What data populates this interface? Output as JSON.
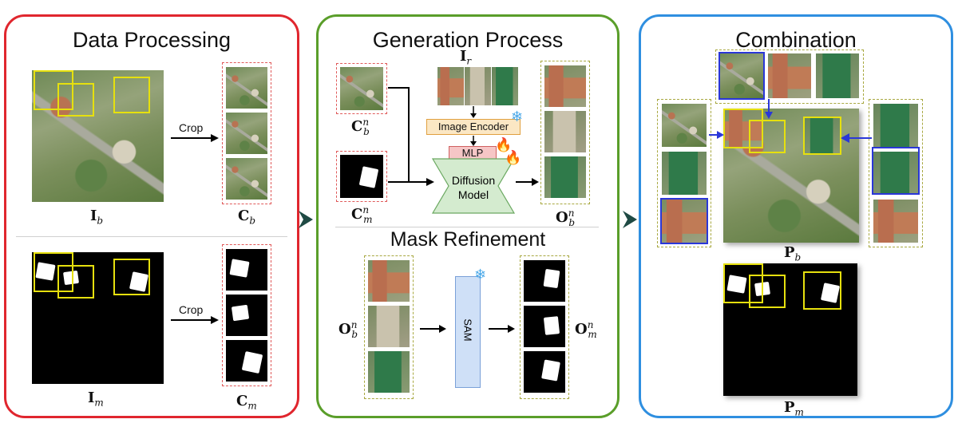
{
  "panels": {
    "data_processing": {
      "title": "Data Processing",
      "crop_label_top": "Crop",
      "crop_label_bottom": "Crop",
      "label_ib": "I",
      "label_ib_sub": "b",
      "label_cb": "C",
      "label_cb_sub": "b",
      "label_im": "I",
      "label_im_sub": "m",
      "label_cm": "C",
      "label_cm_sub": "m"
    },
    "generation": {
      "title": "Generation Process",
      "label_ir": "I",
      "label_ir_sub": "r",
      "label_cbn": "C",
      "label_cbn_sub": "b",
      "label_cbn_sup": "n",
      "label_cmn": "C",
      "label_cmn_sub": "m",
      "label_cmn_sup": "n",
      "image_encoder": "Image Encoder",
      "mlp": "MLP",
      "diffusion_model_line1": "Diffusion",
      "diffusion_model_line2": "Model",
      "label_obn": "O",
      "label_obn_sub": "b",
      "label_obn_sup": "n"
    },
    "mask_refinement": {
      "title": "Mask Refinement",
      "sam": "SAM",
      "label_obn": "O",
      "label_obn_sub": "b",
      "label_obn_sup": "n",
      "label_omn": "O",
      "label_omn_sub": "m",
      "label_omn_sup": "n"
    },
    "combination": {
      "title": "Combination",
      "label_pb": "P",
      "label_pb_sub": "b",
      "label_pm": "P",
      "label_pm_sub": "m"
    }
  },
  "colors": {
    "data_processing_border": "#e0262e",
    "generation_border": "#5a9e2a",
    "combination_border": "#2f8fe0",
    "connector_arrow": "#1f4a44",
    "highlight_yellow": "#e6e00e",
    "highlight_blue": "#2a37d8",
    "image_encoder_fill": "#fbe7c4",
    "mlp_fill": "#f6c6c6",
    "diffusion_fill": "#d4ebcf",
    "sam_fill": "#cfe0f7"
  },
  "icons": [
    "snowflake-icon",
    "fire-icon",
    "arrow-right-icon"
  ]
}
